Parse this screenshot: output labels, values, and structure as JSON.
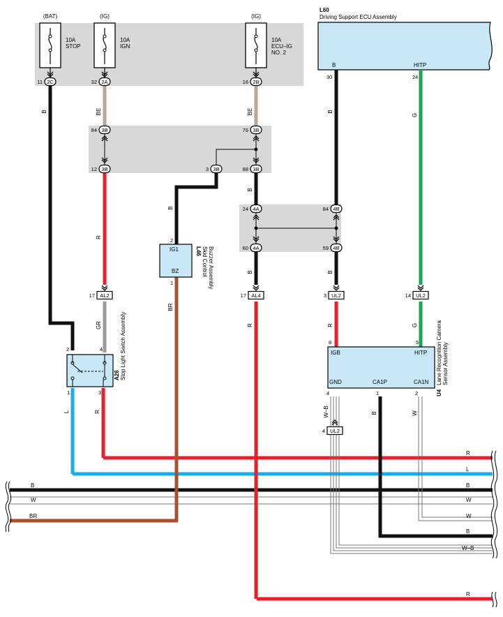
{
  "fuses": [
    {
      "source": "(BAT)",
      "rating": "10A",
      "name": "STOP",
      "name2": "",
      "pin": "11",
      "conn": "2C"
    },
    {
      "source": "(IG)",
      "rating": "10A",
      "name": "IGN",
      "name2": "",
      "pin": "32",
      "conn": "2A"
    },
    {
      "source": "(IG)",
      "rating": "10A",
      "name": "ECU–IG",
      "name2": "NO. 2",
      "pin": "16",
      "conn": "2B"
    }
  ],
  "ecu": {
    "code": "L60",
    "name": "Driving Support ECU Assembly",
    "term_b": "B",
    "term_hitp": "HITP",
    "pin_b": "30",
    "pin_hitp": "24"
  },
  "junction_3b": {
    "pins": [
      "84",
      "76",
      "12",
      "3",
      "88"
    ],
    "conn": "3B"
  },
  "junction_4ab": {
    "pins": [
      "24",
      "84",
      "60",
      "59"
    ],
    "conn_a": "4A",
    "conn_b": "4B"
  },
  "inline_connectors": [
    {
      "pin": "17",
      "label": "AL2"
    },
    {
      "pin": "17",
      "label": "AL4"
    },
    {
      "pin": "3",
      "label": "UL2"
    },
    {
      "pin": "14",
      "label": "UL2"
    },
    {
      "pin": "4",
      "label": "UL2"
    }
  ],
  "buzzer": {
    "code": "L46",
    "name1": "Skid Control",
    "name2": "Buzzer Assembly",
    "term_top": "IG1",
    "term_bottom": "BZ",
    "pin_top": "2",
    "pin_bottom": "1"
  },
  "stop_switch": {
    "code": "A26",
    "name": "Stop Light Switch Assembly",
    "pins": [
      "2",
      "4",
      "1",
      "3"
    ]
  },
  "camera": {
    "code": "U4",
    "name1": "Lane Recognition Camera",
    "name2": "Sensor Assembly",
    "terms": [
      "IGB",
      "HITP",
      "GND",
      "CA1P",
      "CA1N"
    ],
    "pins": [
      "8",
      "5",
      "4",
      "1",
      "2"
    ]
  },
  "wire_labels": {
    "stop_fuse": "B",
    "ign_fuse": "BE",
    "ecu_fuse": "BE",
    "ecu_b": "B",
    "ecu_hitp": "G",
    "j3b_to_al2": "R",
    "j3b_to_buzzer": "B",
    "j3b_to_4a": "B",
    "j4a_out": "B",
    "j4b_out": "B",
    "after_al2": "GR",
    "buzzer_out": "BR",
    "after_al4": "R",
    "after_ul2_3": "R",
    "after_ul2_14": "G",
    "sw_pin1": "L",
    "sw_pin3": "R",
    "cam_gnd": "W–B",
    "cam_ca1p": "B",
    "cam_ca1n": "W"
  },
  "left_bus_labels": [
    "B",
    "W",
    "BR"
  ],
  "right_bus_labels": [
    "R",
    "L",
    "B",
    "W",
    "W",
    "B",
    "W–B",
    "R"
  ],
  "colors": {
    "black": "#111111",
    "red": "#e8202a",
    "green": "#1aa550",
    "beige": "#bba596",
    "gray": "#9a9a9a",
    "blue": "#19aee8",
    "brown": "#a9502e",
    "gray_block": "#d8d8d8",
    "light_blue": "#c8e8f8"
  }
}
